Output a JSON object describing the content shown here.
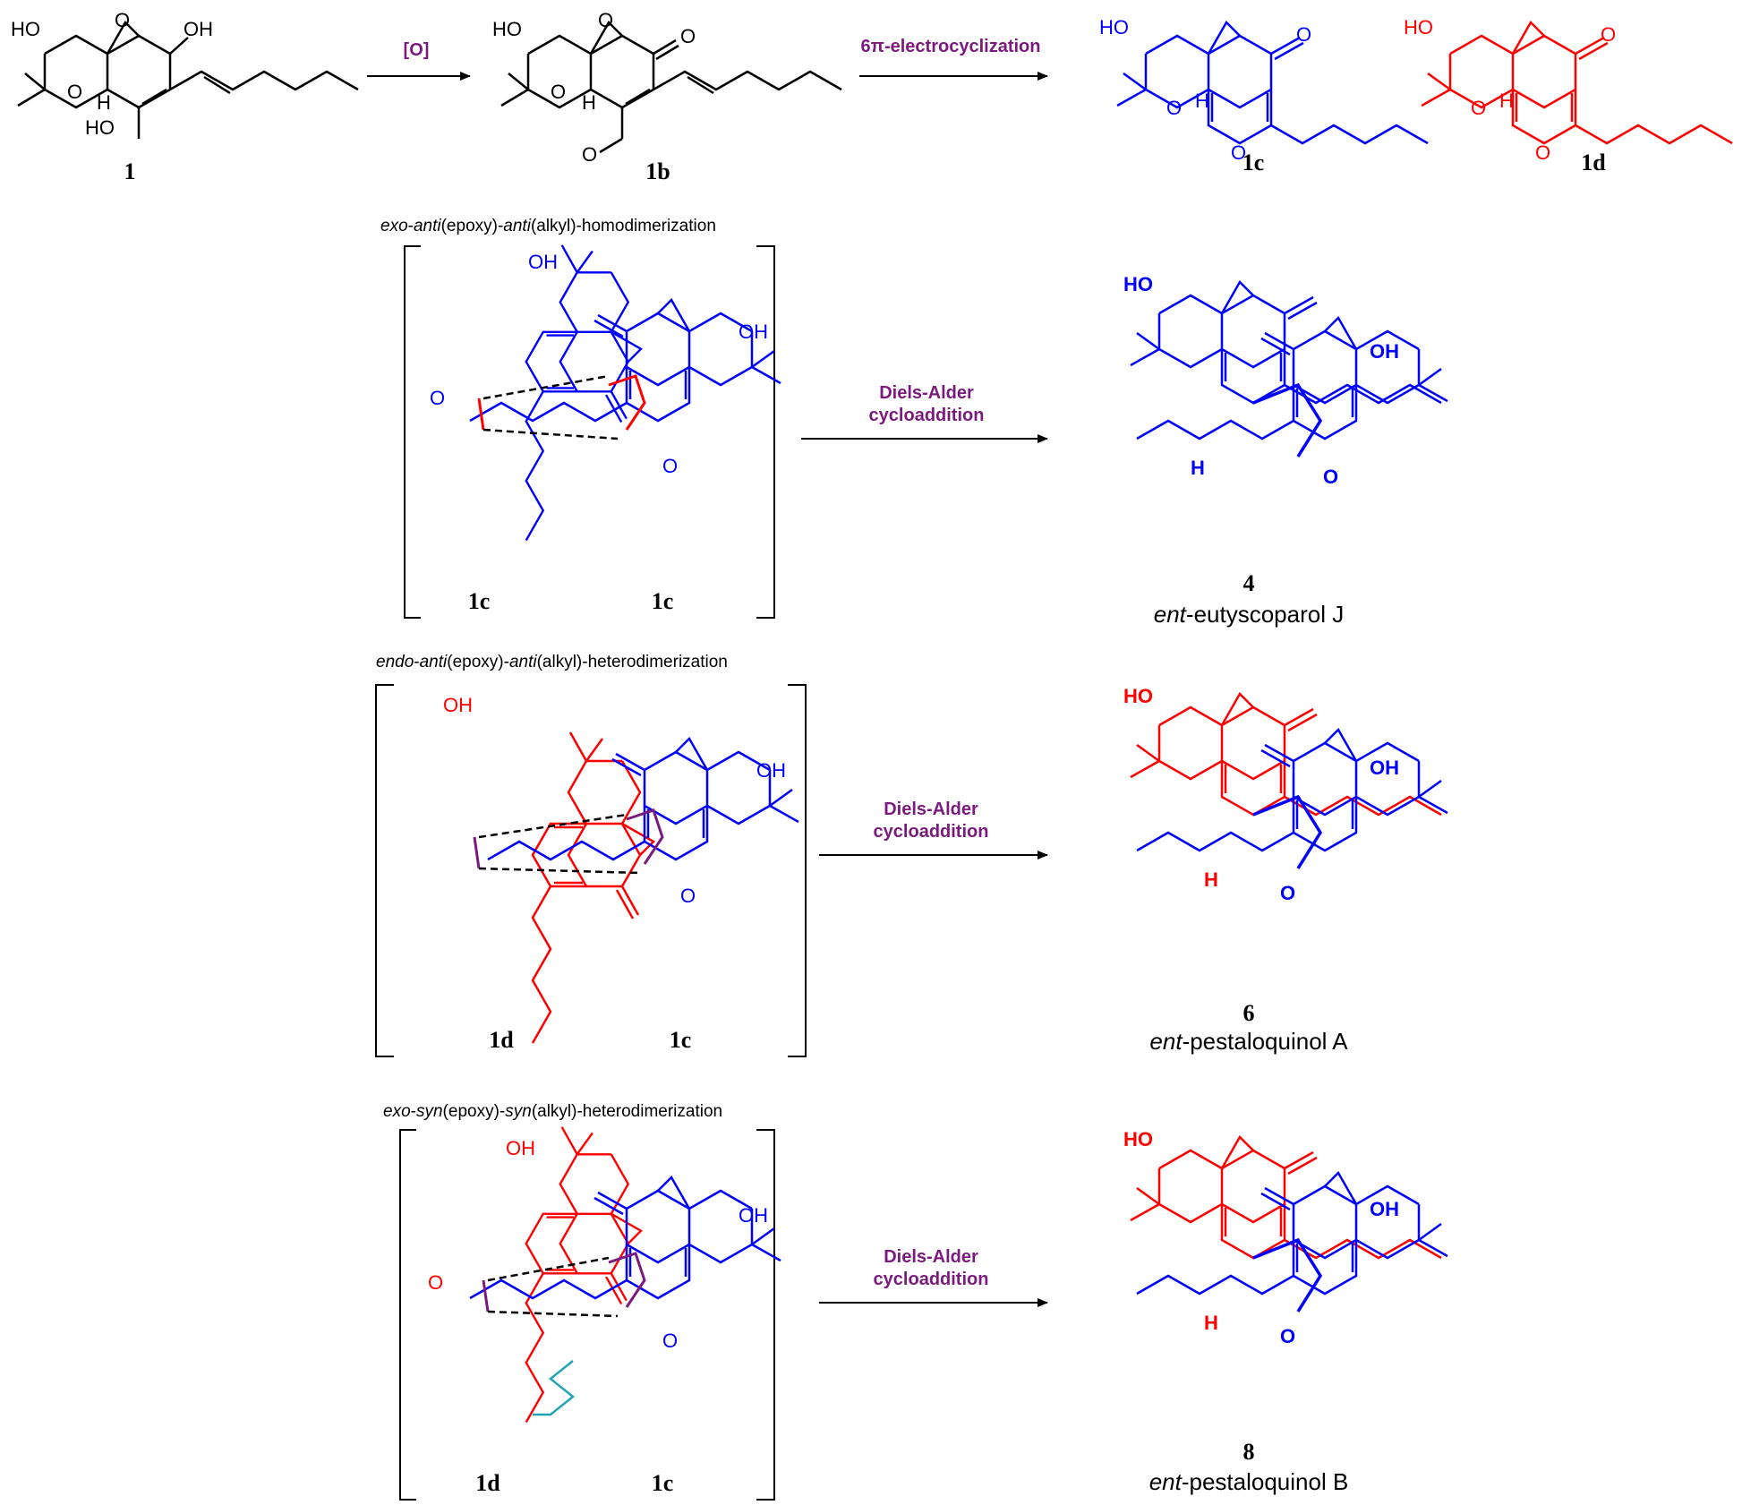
{
  "colors": {
    "blue": "#0000ff",
    "red": "#ff0000",
    "purple": "#7b1a7e",
    "black": "#000000",
    "teal": "#1fa3b5"
  },
  "atoms": {
    "ho": "HO",
    "oh": "OH",
    "o": "O",
    "h": "H"
  },
  "step1": {
    "reagent_label": "[O]",
    "cyclization_label": "6π-electrocyclization",
    "compounds": [
      "1",
      "1b",
      "1c",
      "1d"
    ]
  },
  "rows": [
    {
      "heading_parts": [
        "exo",
        "-",
        "anti",
        "(epoxy)-",
        "anti",
        "(alkyl)-homodimerization"
      ],
      "left_label": "1c",
      "right_label": "1c",
      "arrow_lines": [
        "Diels-Alder",
        "cycloaddition"
      ],
      "product_number": "4",
      "product_name_prefix": "ent",
      "product_name_rest": "-eutyscoparol J"
    },
    {
      "heading_parts": [
        "endo",
        "-",
        "anti",
        "(epoxy)-",
        "anti",
        "(alkyl)-heterodimerization"
      ],
      "left_label": "1d",
      "right_label": "1c",
      "arrow_lines": [
        "Diels-Alder",
        "cycloaddition"
      ],
      "product_number": "6",
      "product_name_prefix": "ent",
      "product_name_rest": "-pestaloquinol A"
    },
    {
      "heading_parts": [
        "exo",
        "-",
        "syn",
        "(epoxy)-",
        "syn",
        "(alkyl)-heterodimerization"
      ],
      "left_label": "1d",
      "right_label": "1c",
      "arrow_lines": [
        "Diels-Alder",
        "cycloaddition"
      ],
      "product_number": "8",
      "product_name_prefix": "ent",
      "product_name_rest": "-pestaloquinol B"
    }
  ]
}
